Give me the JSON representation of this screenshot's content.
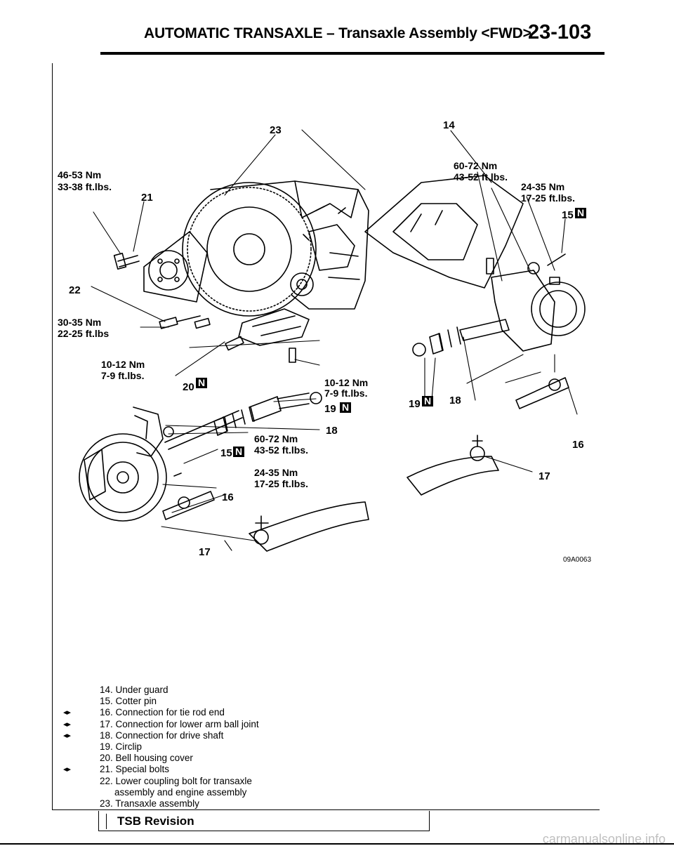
{
  "header": {
    "title": "AUTOMATIC TRANSAXLE – Transaxle Assembly <FWD>",
    "page_number": "23-103"
  },
  "diagram": {
    "figure_code": "09A0063",
    "callouts": {
      "c14": "14",
      "c23": "23",
      "c21": "21",
      "c22": "22",
      "c20": "20",
      "c19a": "19",
      "c19b": "19",
      "c18a": "18",
      "c18b": "18",
      "c15a": "15",
      "c15b": "15",
      "c16a": "16",
      "c16b": "16",
      "c17a": "17",
      "c17b": "17"
    },
    "badge_letter": "N",
    "torques": {
      "t21_nm": "46-53 Nm",
      "t21_ft": "33-38 ft.lbs.",
      "t22_nm": "30-35 Nm",
      "t22_ft": "22-25 ft.lbs",
      "t20_nm": "10-12 Nm",
      "t20_ft": "7-9 ft.lbs.",
      "t_cover_nm": "10-12 Nm",
      "t_cover_ft": "7-9 ft.lbs.",
      "t_drive_nm": "60-72 Nm",
      "t_drive_ft": "43-52 ft.lbs.",
      "t_tie_nm": "24-35 Nm",
      "t_tie_ft": "17-25 ft.lbs.",
      "t_r_drive_nm": "60-72 Nm",
      "t_r_drive_ft": "43-52 ft.lbs.",
      "t_r_tie_nm": "24-35 Nm",
      "t_r_tie_ft": "17-25 ft.lbs."
    }
  },
  "legend": {
    "marker_symbol": "◂▸",
    "items": [
      {
        "text": "14. Under guard",
        "marked": false
      },
      {
        "text": "15. Cotter pin",
        "marked": false
      },
      {
        "text": "16. Connection for tie rod end",
        "marked": true
      },
      {
        "text": "17. Connection for lower arm ball joint",
        "marked": true
      },
      {
        "text": "18. Connection for drive shaft",
        "marked": true
      },
      {
        "text": "19. Circlip",
        "marked": false
      },
      {
        "text": "20. Bell housing cover",
        "marked": false
      },
      {
        "text": "21. Special bolts",
        "marked": true
      },
      {
        "text": "22. Lower coupling bolt for transaxle",
        "marked": false
      },
      {
        "text": "assembly and engine assembly",
        "marked": false,
        "continuation": true
      },
      {
        "text": "23. Transaxle assembly",
        "marked": false
      }
    ]
  },
  "footer": {
    "tsb_label": "TSB Revision",
    "credit": "carmanualsonline.info"
  }
}
